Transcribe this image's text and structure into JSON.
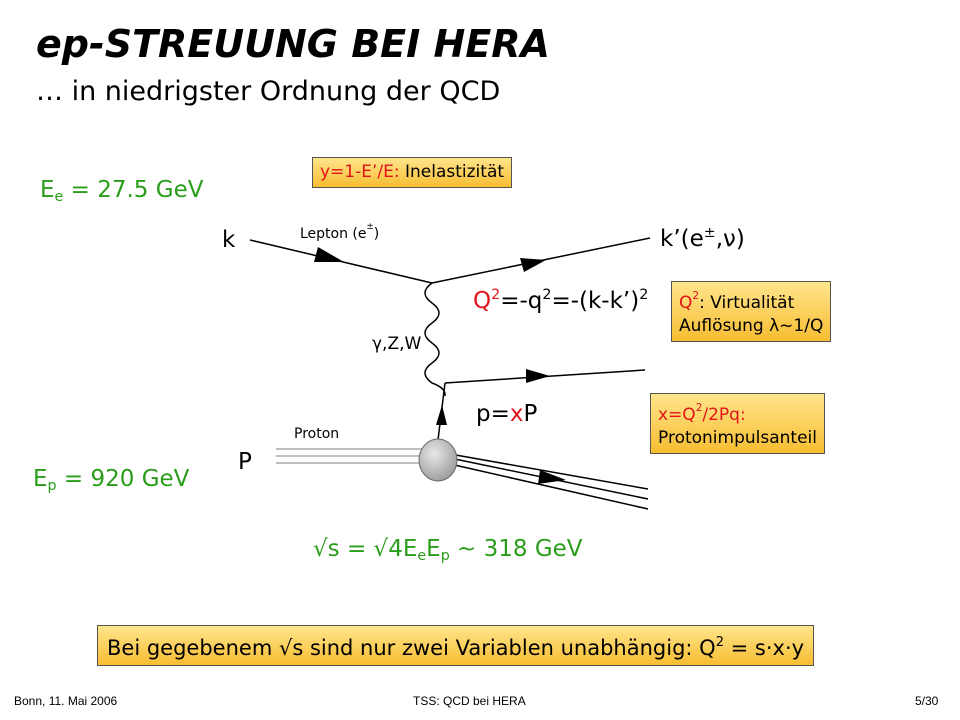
{
  "slide": {
    "title": "ep-STREUUNG BEI HERA",
    "subtitle": "… in niedrigster Ordnung der QCD"
  },
  "energies": {
    "Ee_main": "E",
    "Ee_sub": "e",
    "Ee_rest": " = 27.5 GeV",
    "Ep_main": "E",
    "Ep_sub": "p",
    "Ep_rest": " = 920 GeV"
  },
  "diagram": {
    "k": "k",
    "lepton_label": "Lepton (e",
    "lepton_sup": "±",
    "lepton_close": ")",
    "kprime": "k’(e",
    "kprime_sup": "±",
    "kprime_rest": ",ν)",
    "boson": "γ,Z,W",
    "q2_a": "Q",
    "q2_b": "2",
    "q2_c": "=-q",
    "q2_d": "2",
    "q2_e": "=-(k-k’)",
    "q2_f": "2",
    "p_eq": "p=",
    "p_x": "x",
    "p_P": "P",
    "proton_label": "Proton",
    "P": "P"
  },
  "notes": {
    "inelast_a": "y=1-E’/E: ",
    "inelast_b": "Inelastizität",
    "virt_a": "Q",
    "virt_sup": "2",
    "virt_b": ": Virtualität",
    "virt_line2": "Auflösung λ~1/Q",
    "x_a": "x=Q",
    "x_sup": "2",
    "x_b": "/2Pq:",
    "x_line2": "Protonimpulsanteil"
  },
  "sqrt_s": {
    "a": "√s = √4E",
    "e": "e",
    "b": "E",
    "p": "p",
    "c": " ~ 318 GeV"
  },
  "bottom_box": {
    "a": "Bei gegebenem √s sind nur zwei Variablen unabhängig: Q",
    "sup": "2",
    "b": " = s·x·y"
  },
  "footer": {
    "left": "Bonn, 11. Mai 2006",
    "center": "TSS: QCD bei HERA",
    "right": "5/30"
  },
  "colors": {
    "energy_text": "#2a9d1b",
    "highlight": "#e0141a",
    "note_fill": "#f7bd32"
  }
}
